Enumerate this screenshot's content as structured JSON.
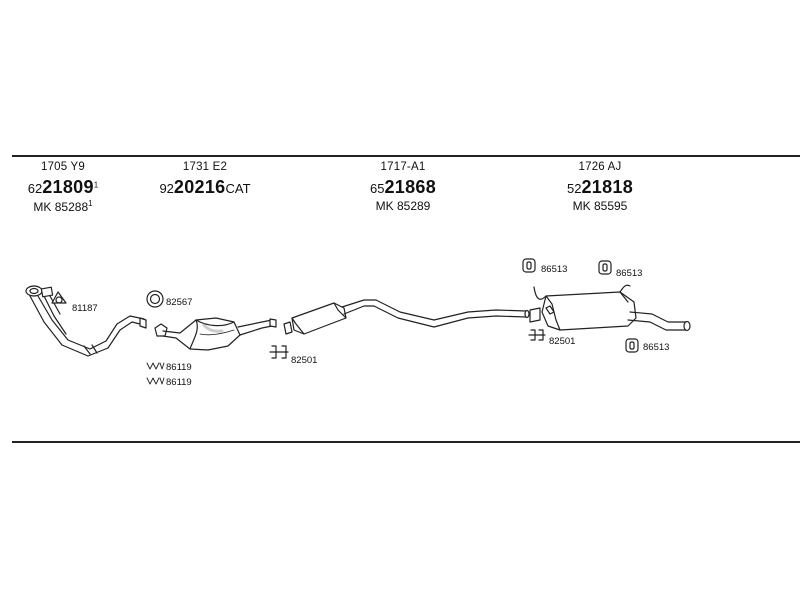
{
  "headers": [
    {
      "code": "1705 Y9",
      "part_prefix": "62",
      "part_main": "21809",
      "part_sup": "1",
      "part_suffix": "",
      "mk": "MK 85288",
      "mk_sup": "1"
    },
    {
      "code": "1731 E2",
      "part_prefix": "92",
      "part_main": "20216",
      "part_sup": "",
      "part_suffix": "CAT",
      "mk": "",
      "mk_sup": ""
    },
    {
      "code": "1717-A1",
      "part_prefix": "65",
      "part_main": "21868",
      "part_sup": "",
      "part_suffix": "",
      "mk": "MK 85289",
      "mk_sup": ""
    },
    {
      "code": "1726 AJ",
      "part_prefix": "52",
      "part_main": "21818",
      "part_sup": "",
      "part_suffix": "",
      "mk": "MK 85595",
      "mk_sup": ""
    }
  ],
  "labels": {
    "gasket_front": "81187",
    "gasket_cat": "82567",
    "bolt_a": "86119",
    "bolt_b": "86119",
    "clamp_mid": "82501",
    "clamp_rear": "82501",
    "hanger_a": "86513",
    "hanger_b": "86513",
    "hanger_c": "86513"
  },
  "colors": {
    "line": "#222222",
    "fill": "#ffffff",
    "shade": "#bdbdbd"
  }
}
